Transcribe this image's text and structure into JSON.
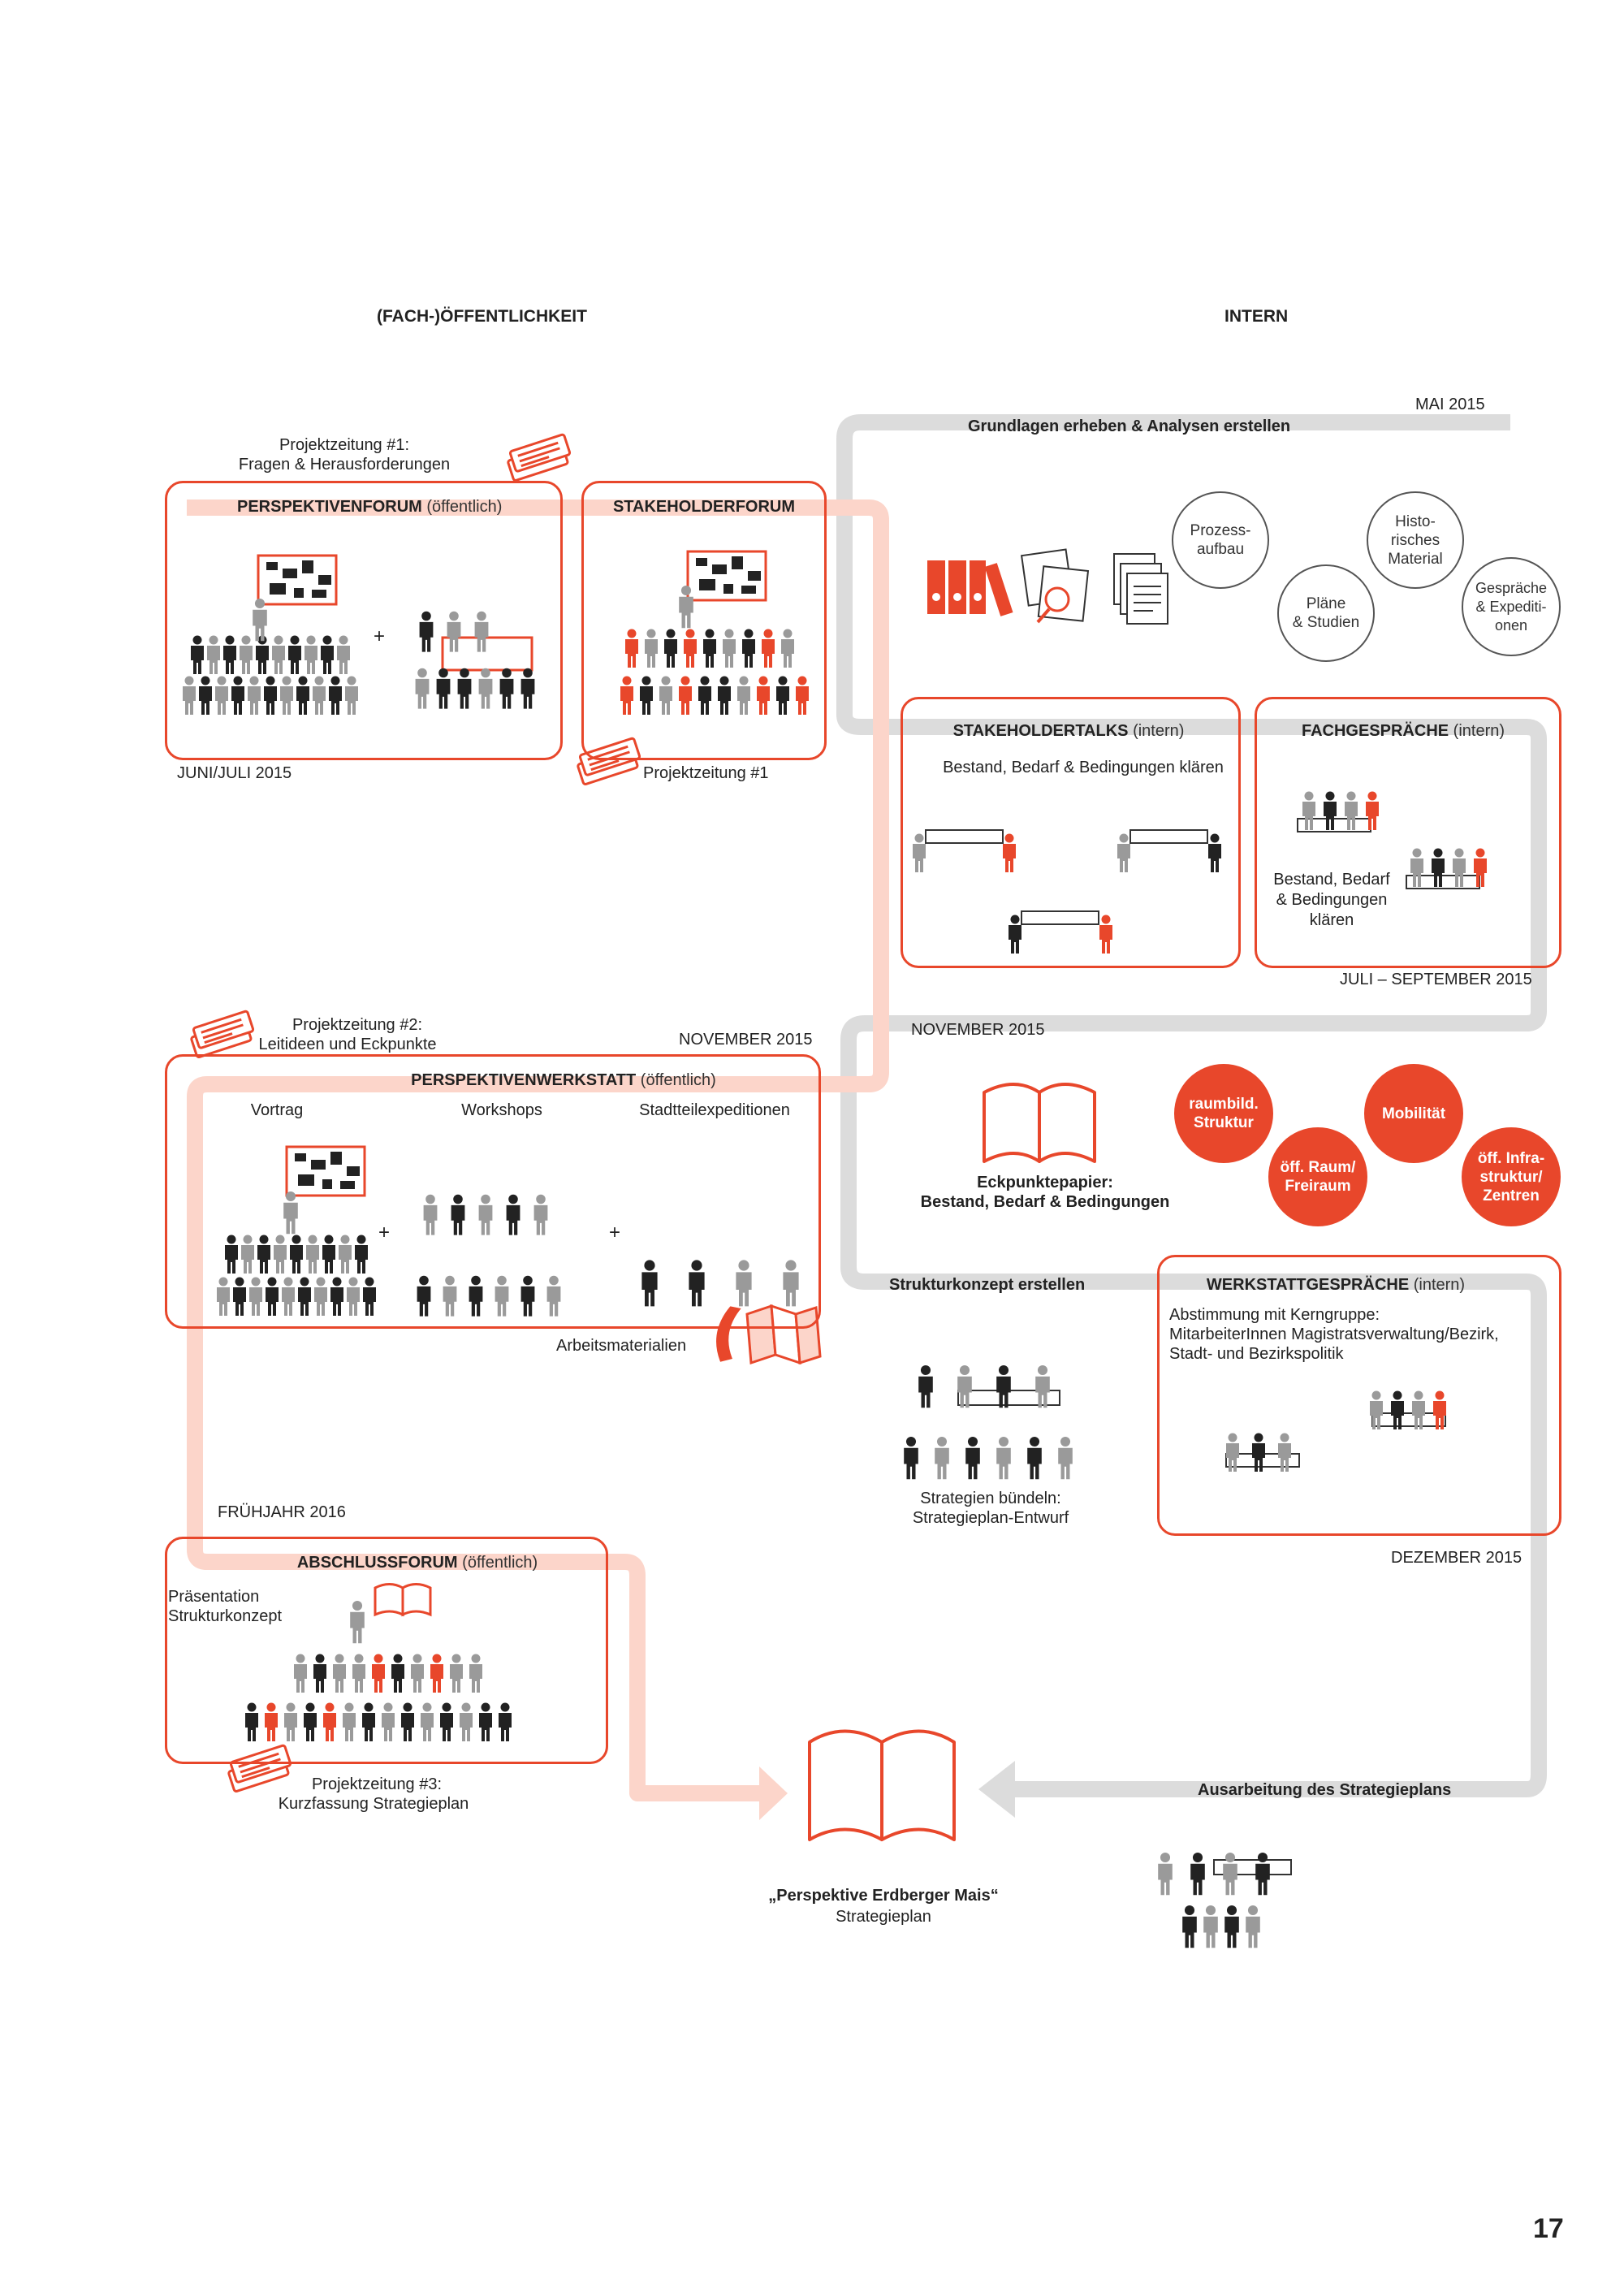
{
  "columns": {
    "left": "(FACH-)ÖFFENTLICHKEIT",
    "right": "INTERN"
  },
  "dates": {
    "mai": "MAI 2015",
    "juni_juli": "JUNI/JULI 2015",
    "juli_sept": "JULI – SEPTEMBER 2015",
    "nov_left": "NOVEMBER 2015",
    "nov_right": "NOVEMBER 2015",
    "fruehjahr": "FRÜHJAHR 2016",
    "dezember": "DEZEMBER 2015"
  },
  "grundlagen": {
    "title": "Grundlagen erheben & Analysen erstellen",
    "circles": [
      "Prozess-\naufbau",
      "Histo-\nrisches\nMaterial",
      "Pläne\n& Studien",
      "Gespräche\n& Expediti-\nonen"
    ]
  },
  "projektzeitung1": {
    "top": "Projektzeitung #1:",
    "sub": "Fragen & Herausforderungen",
    "small": "Projektzeitung #1"
  },
  "perspektivenforum": {
    "title": "PERSPEKTIVENFORUM",
    "note": "(öffentlich)"
  },
  "stakeholderforum": {
    "title": "STAKEHOLDERFORUM"
  },
  "stakeholdertalks": {
    "title": "STAKEHOLDERTALKS",
    "note": "(intern)",
    "text": "Bestand, Bedarf & Bedingungen klären"
  },
  "fachgespraeche": {
    "title": "FACHGESPRÄCHE",
    "note": "(intern)",
    "text": "Bestand, Bedarf\n& Bedingungen\nklären"
  },
  "projektzeitung2": {
    "top": "Projektzeitung #2:",
    "sub": "Leitideen und Eckpunkte"
  },
  "perspektivenwerkstatt": {
    "title": "PERSPEKTIVENWERKSTATT",
    "note": "(öffentlich)",
    "cols": [
      "Vortrag",
      "Workshops",
      "Stadtteilexpeditionen"
    ],
    "materials": "Arbeitsmaterialien"
  },
  "eckpunkte": {
    "title": "Eckpunktepapier:",
    "sub": "Bestand, Bedarf & Bedingungen",
    "topics": [
      "raumbild.\nStruktur",
      "Mobilität",
      "öff. Raum/\nFreiraum",
      "öff. Infra-\nstruktur/\nZentren"
    ]
  },
  "strukturkonzept": {
    "title": "Strukturkonzept erstellen",
    "caption1": "Strategien bündeln:",
    "caption2": "Strategieplan-Entwurf"
  },
  "werkstattgespraeche": {
    "title": "WERKSTATTGESPRÄCHE",
    "note": "(intern)",
    "text1": "Abstimmung mit Kerngruppe:",
    "text2": "MitarbeiterInnen Magistratsverwaltung/Bezirk,",
    "text3": "Stadt- und Bezirkspolitik"
  },
  "abschlussforum": {
    "title": "ABSCHLUSSFORUM",
    "note": "(öffentlich)",
    "text1": "Präsentation",
    "text2": "Strukturkonzept"
  },
  "projektzeitung3": {
    "top": "Projektzeitung #3:",
    "sub": "Kurzfassung Strategieplan"
  },
  "ausarbeitung": {
    "title": "Ausarbeitung des Strategieplans"
  },
  "result": {
    "title": "„Perspektive Erdberger Mais“",
    "sub": "Strategieplan"
  },
  "page_number": "17",
  "colors": {
    "accent": "#e8472b",
    "accent_light": "#fcd5ca",
    "grey_path": "#dcdcdc",
    "dark": "#222222",
    "grey": "#9a9a9a"
  },
  "icons": [
    "binders-icon",
    "magnifier-icon",
    "documents-icon",
    "newspaper-icon",
    "map-icon",
    "open-book-icon",
    "people-crowd-icon",
    "arrow-icon"
  ]
}
